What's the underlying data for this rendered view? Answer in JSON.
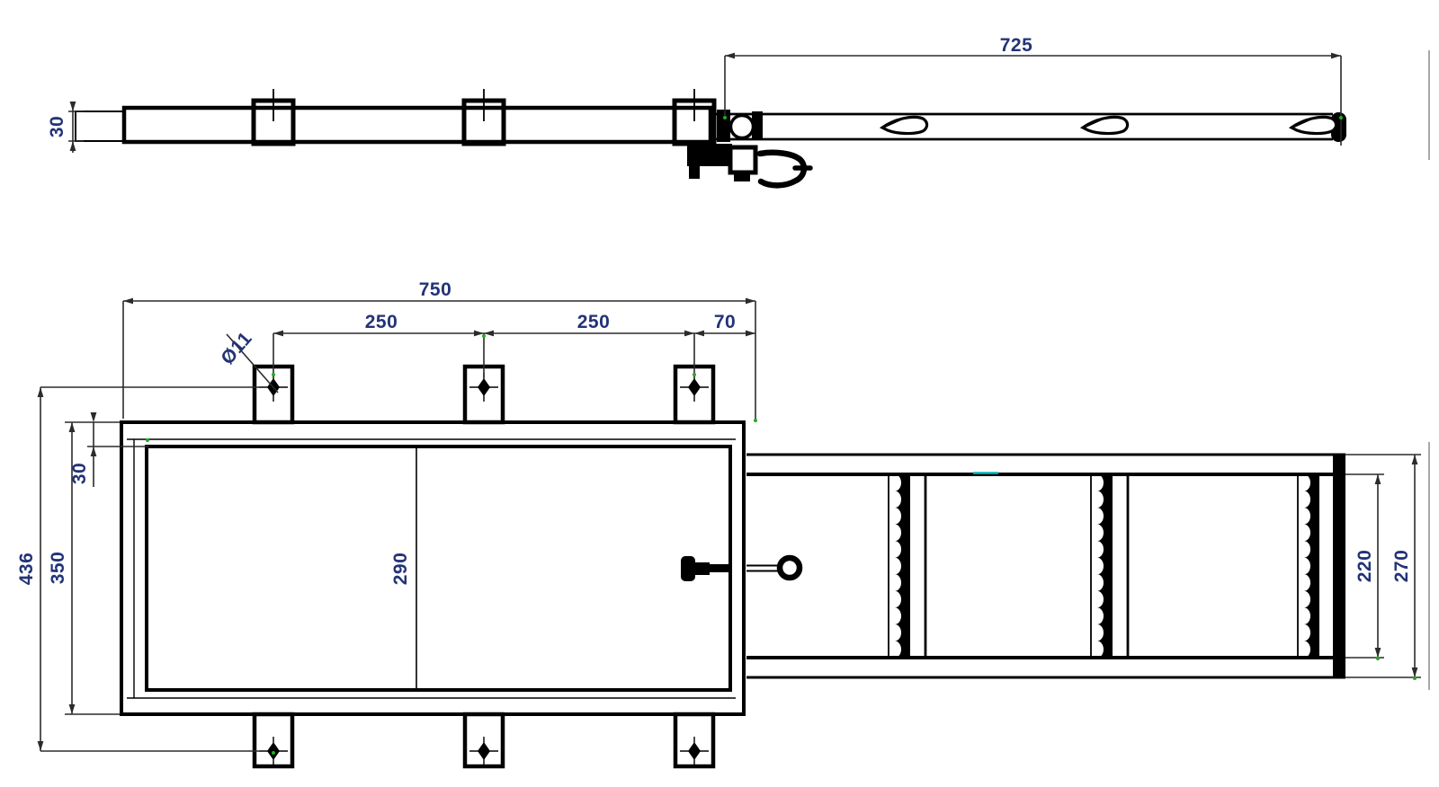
{
  "side_view": {
    "dim_length": "725",
    "dim_bar_height": "30"
  },
  "plan_view": {
    "dim_overall_width": "750",
    "dim_pitch_1": "250",
    "dim_pitch_2": "250",
    "dim_end_offset": "70",
    "dim_hole_diameter": "Ø11",
    "dim_rail_width": "30",
    "dim_frame_height": "350",
    "dim_overall_height": "436",
    "dim_inner_width": "290",
    "dim_ext_inner_height": "220",
    "dim_ext_outer_height": "270"
  },
  "colors": {
    "line": "#000000",
    "dim_text": "#233377",
    "grip_dot": "#1fae1f",
    "accent_teal": "#00b8b8",
    "sheet_edge": "#a9a9a9",
    "background": "#ffffff"
  }
}
